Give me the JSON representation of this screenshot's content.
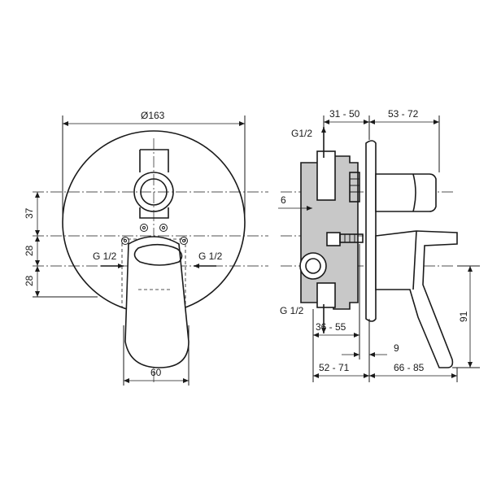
{
  "front_view": {
    "diameter_label": "Ø163",
    "width_label": "60",
    "left_dims": [
      "37",
      "28",
      "28"
    ],
    "inlet_left": "G 1/2",
    "inlet_right": "G 1/2"
  },
  "side_view": {
    "top_labels": [
      "31 - 50",
      "53 - 72"
    ],
    "outlet_top": "G1/2",
    "outlet_bottom": "G 1/2",
    "depth_6": "6",
    "dim_36_55": "36 - 55",
    "dim_9": "9",
    "dim_52_71": "52 - 71",
    "dim_66_85": "66 - 85",
    "height_91": "91"
  }
}
